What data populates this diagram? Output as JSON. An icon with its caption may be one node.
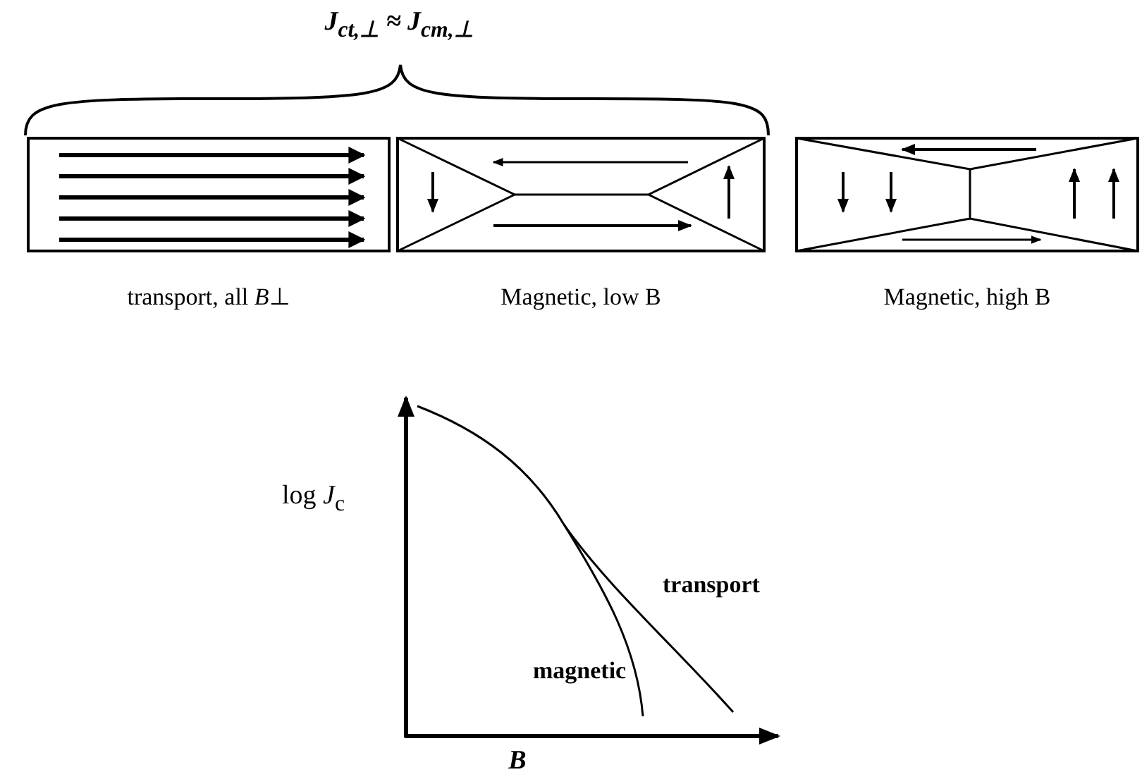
{
  "diagram": {
    "labels": [
      "J$_{ct,⊥}$ ≈ J$_{cm,⊥}$",
      "transport, all *B*⊥",
      "Magnetic, low B",
      "Magnetic, high B",
      "log *J*$_{c}$",
      "transport",
      "magnetic",
      "B"
    ]
  }
}
